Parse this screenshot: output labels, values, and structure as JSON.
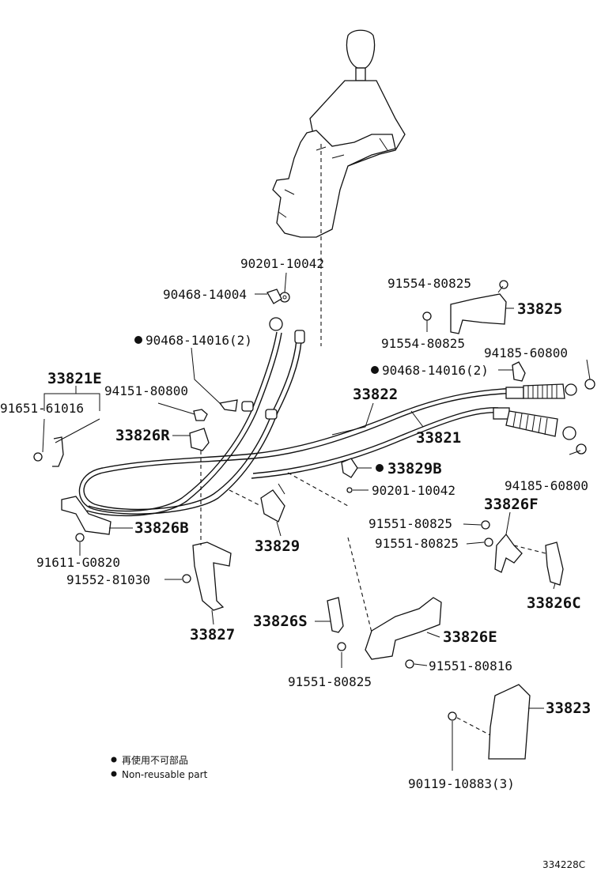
{
  "labels": {
    "p90201_10042_top": "90201-10042",
    "p90468_14004": "90468-14004",
    "p91554_80825_a": "91554-80825",
    "p33825": "33825",
    "p91554_80825_b": "91554-80825",
    "p90468_14016_left": "90468-14016(2)",
    "p94185_60800_a": "94185-60800",
    "p90468_14016_right": "90468-14016(2)",
    "p33821E": "33821E",
    "p94151_80800": "94151-80800",
    "p33822": "33822",
    "p91651_61016": "91651-61016",
    "p33826R": "33826R",
    "p33821": "33821",
    "p33829B": "33829B",
    "p94185_60800_b": "94185-60800",
    "p90201_10042_mid": "90201-10042",
    "p33826B": "33826B",
    "p33826F": "33826F",
    "p33829": "33829",
    "p91551_80825_a": "91551-80825",
    "p91611_G0820": "91611-G0820",
    "p91551_80825_b": "91551-80825",
    "p91552_81030": "91552-81030",
    "p33826C": "33826C",
    "p33826S": "33826S",
    "p33827": "33827",
    "p33826E": "33826E",
    "p91551_80816": "91551-80816",
    "p91551_80825_c": "91551-80825",
    "p33823": "33823",
    "p90119_10883": "90119-10883(3)"
  },
  "legend": {
    "jp": "再使用不可部品",
    "en": "Non-reusable part"
  },
  "diagram_code": "334228C"
}
